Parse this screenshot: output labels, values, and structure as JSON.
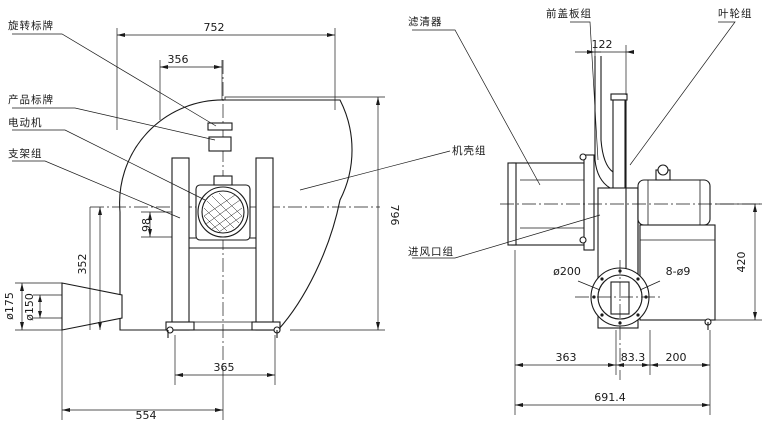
{
  "labels": {
    "rotation_plate": "旋转标牌",
    "product_plate": "产品标牌",
    "motor": "电动机",
    "bracket": "支架组",
    "casing": "机壳组",
    "filter": "滤清器",
    "front_cover": "前盖板组",
    "impeller": "叶轮组",
    "inlet": "进风口组"
  },
  "dimensions": {
    "overall_width": "752",
    "bracket_width": "356",
    "overall_height": "796",
    "motor_offset": "98",
    "center_height": "352",
    "outlet_outer_dia": "ø175",
    "outlet_inner_dia": "ø150",
    "base_width": "365",
    "outlet_distance": "554",
    "front_cover_gap": "122",
    "side_height": "420",
    "inlet_dia": "ø200",
    "bolt_holes": "8-ø9",
    "inlet_offset": "363",
    "flange_offset": "83.3",
    "motor_base_offset": "200",
    "side_total_length": "691.4"
  }
}
